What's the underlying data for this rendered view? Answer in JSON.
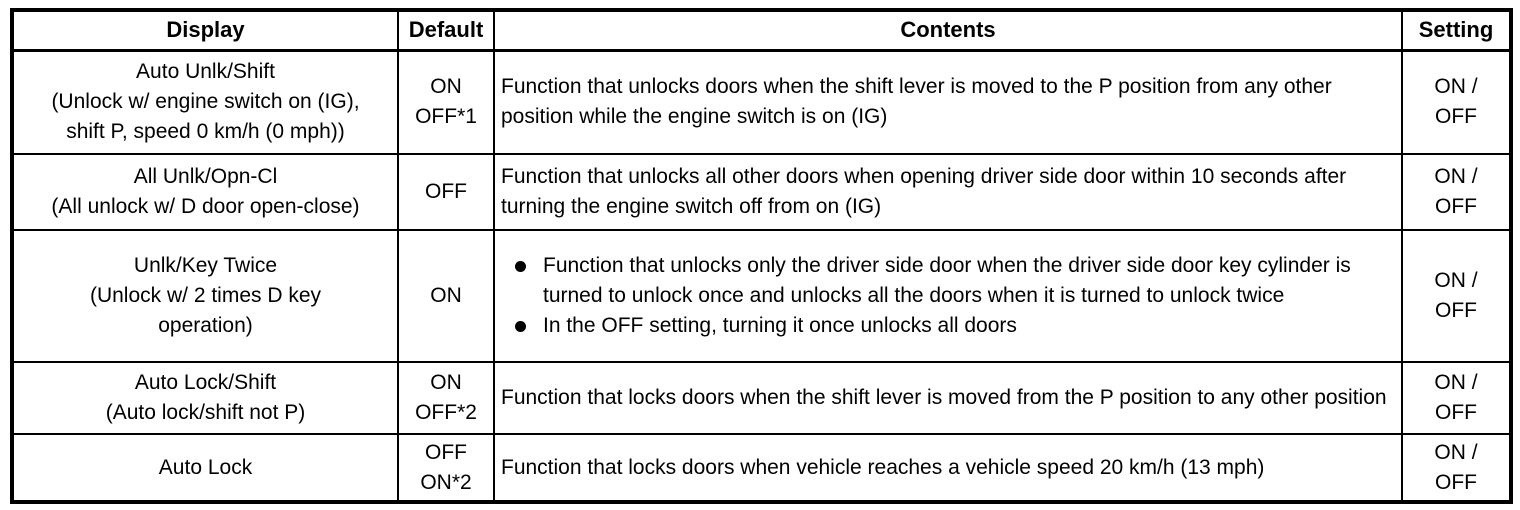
{
  "colors": {
    "border": "#000000",
    "background": "#ffffff",
    "text": "#000000"
  },
  "table": {
    "columns": [
      {
        "label": "Display"
      },
      {
        "label": "Default"
      },
      {
        "label": "Contents"
      },
      {
        "label": "Setting"
      }
    ],
    "rows": [
      {
        "display": "Auto Unlk/Shift\n(Unlock w/ engine switch on (IG),\nshift P, speed 0 km/h (0 mph))",
        "default": "ON\nOFF*1",
        "contents": "Function that unlocks doors when the shift lever is moved to the P position from any other position while the engine switch is on (IG)",
        "setting": "ON /\nOFF"
      },
      {
        "display": "All Unlk/Opn-Cl\n(All unlock w/ D door open-close)",
        "default": "OFF",
        "contents": "Function that unlocks all other doors when opening driver side door within 10 seconds after turning the engine switch off from on (IG)",
        "setting": "ON /\nOFF"
      },
      {
        "display": "Unlk/Key Twice\n(Unlock w/ 2 times D key\noperation)",
        "default": "ON",
        "bullets": [
          "Function that unlocks only the driver side door when the driver side door key cylinder is turned to unlock once and unlocks all the doors when it is turned to unlock twice",
          "In the OFF setting, turning it once unlocks all doors"
        ],
        "setting": "ON /\nOFF"
      },
      {
        "display": "Auto Lock/Shift\n(Auto lock/shift not P)",
        "default": "ON\nOFF*2",
        "contents": "Function that locks doors when the shift lever is moved from the P position to any other position",
        "setting": "ON /\nOFF"
      },
      {
        "display": "Auto Lock",
        "default": "OFF\nON*2",
        "contents": "Function that locks doors when vehicle reaches a vehicle speed 20 km/h (13 mph)",
        "setting": "ON /\nOFF"
      }
    ]
  }
}
